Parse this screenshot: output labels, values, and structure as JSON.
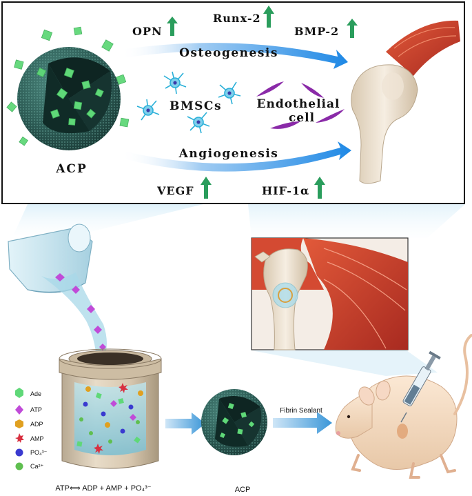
{
  "top_panel": {
    "acp_label": "ACP",
    "osteogenesis_label": "Osteogenesis",
    "angiogenesis_label": "Angiogenesis",
    "bmscs_label": "BMSCs",
    "endothelial_line1": "Endothelial",
    "endothelial_line2": "cell",
    "markers_top": [
      {
        "label": "OPN"
      },
      {
        "label": "Runx-2"
      },
      {
        "label": "BMP-2"
      }
    ],
    "markers_bottom": [
      {
        "label": "VEGF"
      },
      {
        "label": "HIF-1α"
      }
    ]
  },
  "legend": [
    {
      "label": "Ade",
      "color": "#5fd878",
      "shape": "hexagon"
    },
    {
      "label": "ATP",
      "color": "#c04bd8",
      "shape": "diamond"
    },
    {
      "label": "ADP",
      "color": "#e0a020",
      "shape": "polyhedron"
    },
    {
      "label": "AMP",
      "color": "#d83040",
      "shape": "star"
    },
    {
      "label": "PO₄³⁻",
      "color": "#3a3ad0",
      "shape": "sphere"
    },
    {
      "label": "Ca²⁺",
      "color": "#5fbf50",
      "shape": "sphere"
    }
  ],
  "bottom": {
    "equation": "ATP⟺ ADP + AMP + PO₄³⁻",
    "acp_label": "ACP",
    "fibrin_label": "Fibrin Sealant"
  },
  "colors": {
    "arrow_blue": "#1e88e5",
    "up_arrow_green": "#2a9d5c",
    "acp_shell": "#2f5f58",
    "particle_green": "#5fd878",
    "bmsc_cyan": "#2ab0d8",
    "endothelial_purple": "#8a2aa8"
  }
}
